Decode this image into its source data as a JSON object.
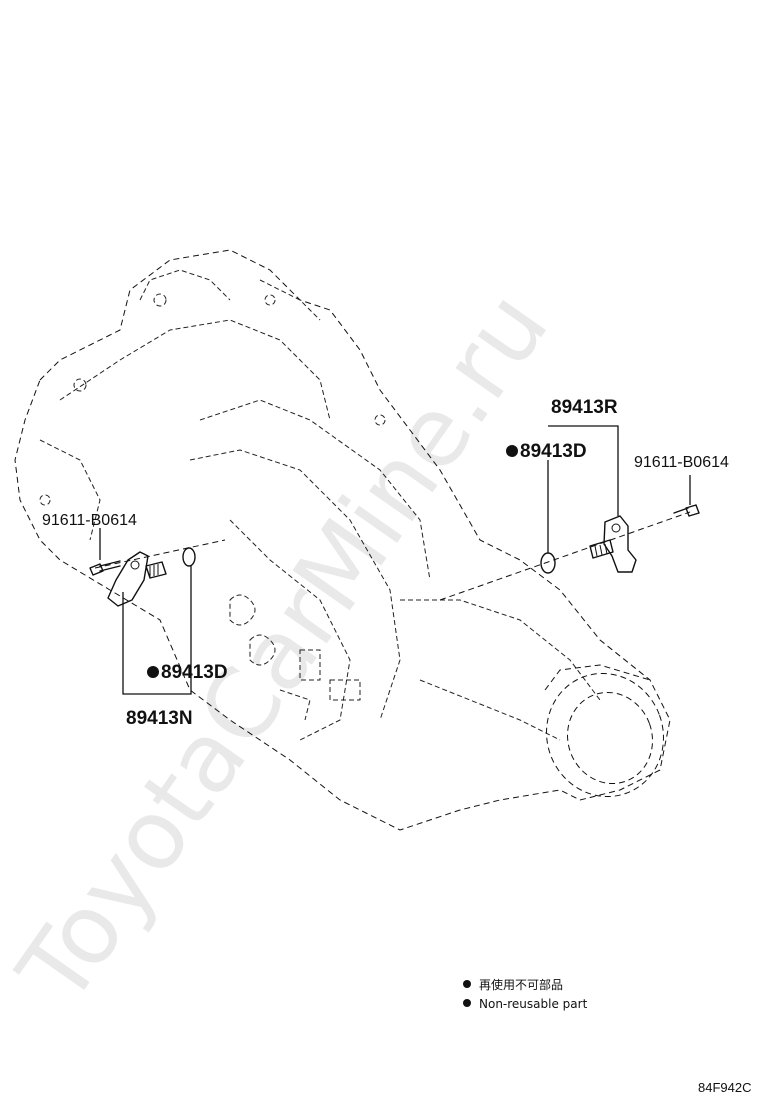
{
  "watermark": "ToyotaCarMine.ru",
  "callouts": {
    "bolt_left": "91611-B0614",
    "bolt_right": "91611-B0614",
    "sensor_right": "89413R",
    "oring_right": "89413D",
    "oring_left": "89413D",
    "sensor_left": "89413N"
  },
  "legend": {
    "japanese": "再使用不可部品",
    "english": "Non-reusable part"
  },
  "figure_code": "84F942C",
  "colors": {
    "ink": "#111111",
    "watermark": "#e9e9e9"
  }
}
